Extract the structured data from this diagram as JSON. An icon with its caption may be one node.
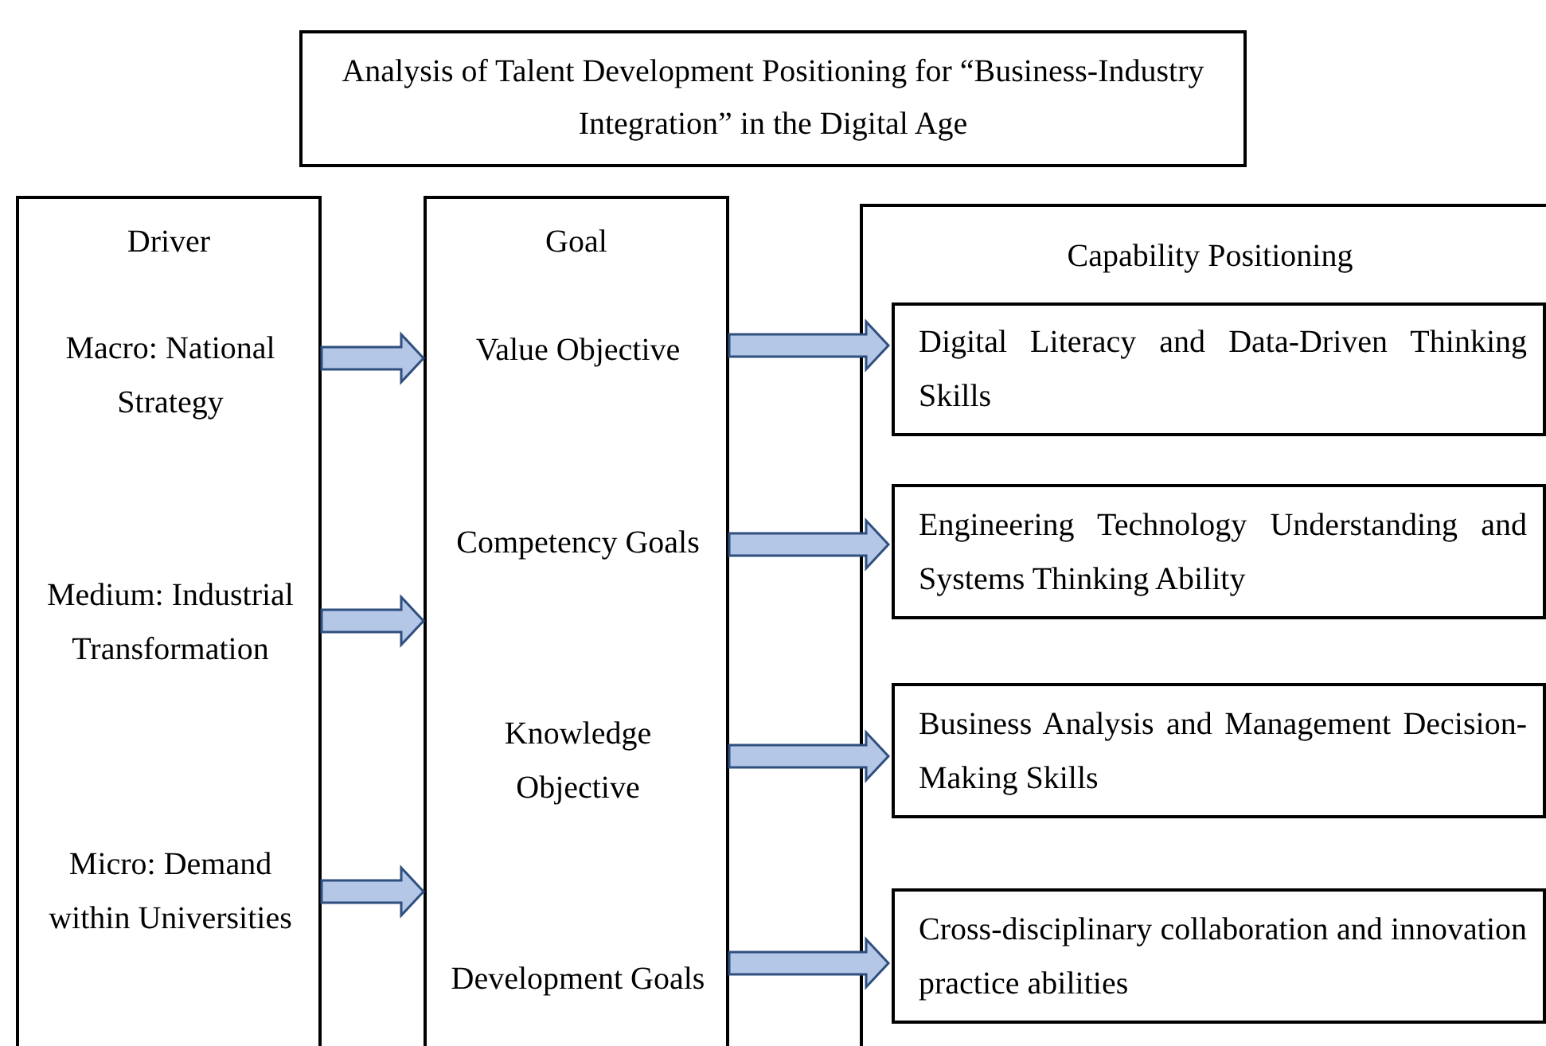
{
  "diagram": {
    "nodes": [
      {
        "text": [
          "Analysis of Talent Development Positioning for “Business-Industry Integration” in the Digital Age"
        ]
      },
      {
        "text": [
          "Driver"
        ]
      },
      {
        "text": [
          "Macro: National Strategy"
        ],
        "in": 1
      },
      {
        "text": [
          "Medium: Industrial Transformation"
        ],
        "in": 1
      },
      {
        "text": [
          "Micro: Demand within Universities"
        ],
        "in": 1
      },
      {
        "text": [
          "Goal"
        ]
      },
      {
        "text": [
          "Value Objective"
        ],
        "in": 5
      },
      {
        "text": [
          "Competency Goals"
        ],
        "in": 5
      },
      {
        "text": [
          "Knowledge Objective"
        ],
        "in": 5
      },
      {
        "text": [
          "Development Goals"
        ],
        "in": 5
      },
      {
        "text": [
          "Capability Positioning"
        ]
      },
      {
        "text": [
          "Digital Literacy and Data-Driven Thinking Skills"
        ],
        "in": 10
      },
      {
        "text": [
          "Engineering Technology Understanding and Systems Thinking Ability"
        ],
        "in": 10
      },
      {
        "text": [
          "Business Analysis and Management Decision-Making Skills"
        ],
        "in": 10
      },
      {
        "text": [
          "Cross-disciplinary collaboration and innovation practice abilities"
        ],
        "in": 10
      }
    ],
    "edges": [
      {
        "from": 2,
        "to": 5,
        "arrow": "to",
        "style": "thick"
      },
      {
        "from": 3,
        "to": 5,
        "arrow": "to",
        "style": "thick"
      },
      {
        "from": 4,
        "to": 5,
        "arrow": "to",
        "style": "thick"
      },
      {
        "from": 6,
        "to": 11,
        "arrow": "to",
        "style": "thick"
      },
      {
        "from": 7,
        "to": 12,
        "arrow": "to",
        "style": "thick"
      },
      {
        "from": 8,
        "to": 13,
        "arrow": "to",
        "style": "thick"
      },
      {
        "from": 9,
        "to": 14,
        "arrow": "to",
        "style": "thick"
      }
    ]
  }
}
